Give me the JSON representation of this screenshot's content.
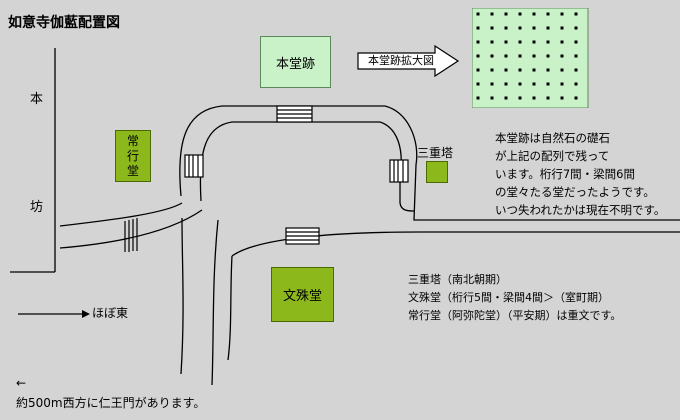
{
  "title": "如意寺伽藍配置図",
  "road_label": [
    "本",
    "坊"
  ],
  "buildings": {
    "hondo_ato": "本堂跡",
    "jogyodo": "常\n行\n堂",
    "sanjunoto": "三重塔",
    "monjudo": "文殊堂"
  },
  "enlarge_arrow_label": "本堂跡拡大図",
  "colors": {
    "background": "#d4d4d4",
    "light_green": "#c9f2c9",
    "olive_green": "#8db81c"
  },
  "description": [
    "本堂跡は自然石の礎石",
    "が上記の配列で残って",
    "います。桁行7間・梁間6間",
    "の堂々たる堂だったようです。",
    "いつ失われたかは現在不明です。"
  ],
  "notes": [
    "三重塔（南北朝期）",
    "文殊堂（桁行5間・梁間4間＞（室町期）",
    "常行堂（阿弥陀堂）（平安期）は重文です。"
  ],
  "east_label": "ほぼ東",
  "west_arrow": "←",
  "bottom_note": "約500m西方に仁王門があります。"
}
